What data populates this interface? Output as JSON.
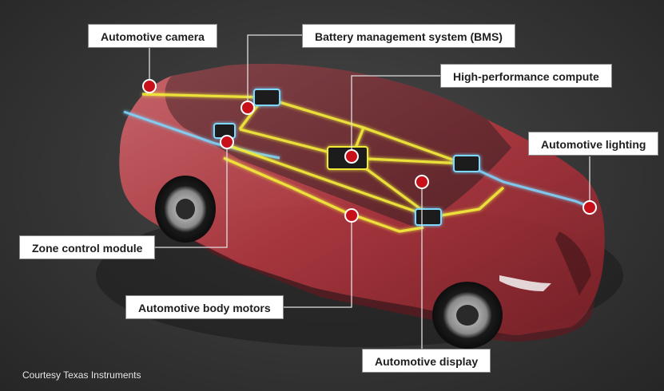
{
  "callouts": {
    "camera": "Automotive camera",
    "bms": "Battery management system (BMS)",
    "hpc": "High-performance compute",
    "lighting": "Automotive lighting",
    "zone": "Zone control module",
    "body_motors": "Automotive body motors",
    "display": "Automotive display"
  },
  "credit": "Courtesy Texas Instruments",
  "colors": {
    "background": "#333333",
    "car_body": "#b8434a",
    "wire_yellow": "#f2ea3a",
    "wire_cyan": "#7fd8ff",
    "marker_red": "#c8101b",
    "callout_bg": "#ffffff",
    "leader_line": "#e0e0e0"
  }
}
